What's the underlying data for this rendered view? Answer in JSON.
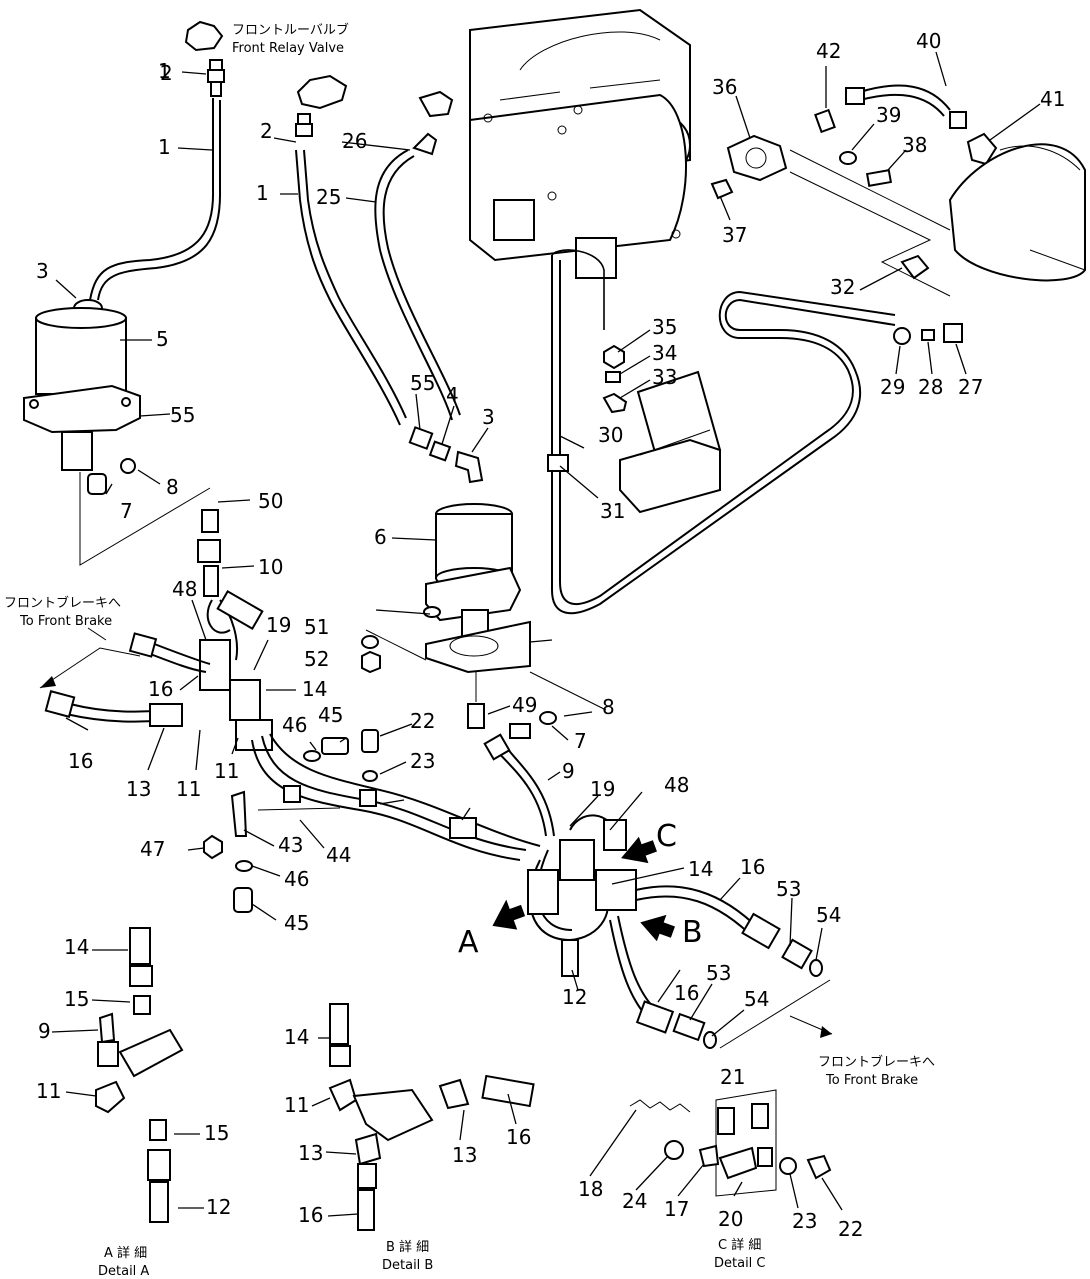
{
  "callouts": {
    "front_relay_valve_jp": "フロントルーバルブ",
    "front_relay_valve_en": "Front Relay Valve",
    "to_front_brake_left_jp": "フロントブレーキへ",
    "to_front_brake_left_en": "To Front Brake",
    "to_front_brake_right_jp": "フロントブレーキへ",
    "to_front_brake_right_en": "To Front Brake"
  },
  "view_markers": {
    "a": "A",
    "b": "B",
    "c": "C"
  },
  "details": {
    "a_jp": "A 詳 細",
    "a_en": "Detail A",
    "b_jp": "B 詳 細",
    "b_en": "Detail B",
    "c_jp": "C 詳 細",
    "c_en": "Detail C"
  },
  "parts": [
    "1",
    "2",
    "3",
    "5",
    "55",
    "8",
    "7",
    "50",
    "10",
    "48",
    "19",
    "51",
    "52",
    "14",
    "16",
    "13",
    "11",
    "46",
    "45",
    "47",
    "43",
    "44",
    "9",
    "12",
    "6",
    "49",
    "22",
    "23",
    "26",
    "25",
    "4",
    "30",
    "31",
    "35",
    "34",
    "33",
    "32",
    "29",
    "28",
    "27",
    "36",
    "42",
    "40",
    "39",
    "38",
    "41",
    "37",
    "53",
    "54",
    "15",
    "21",
    "18",
    "24",
    "17",
    "20"
  ]
}
